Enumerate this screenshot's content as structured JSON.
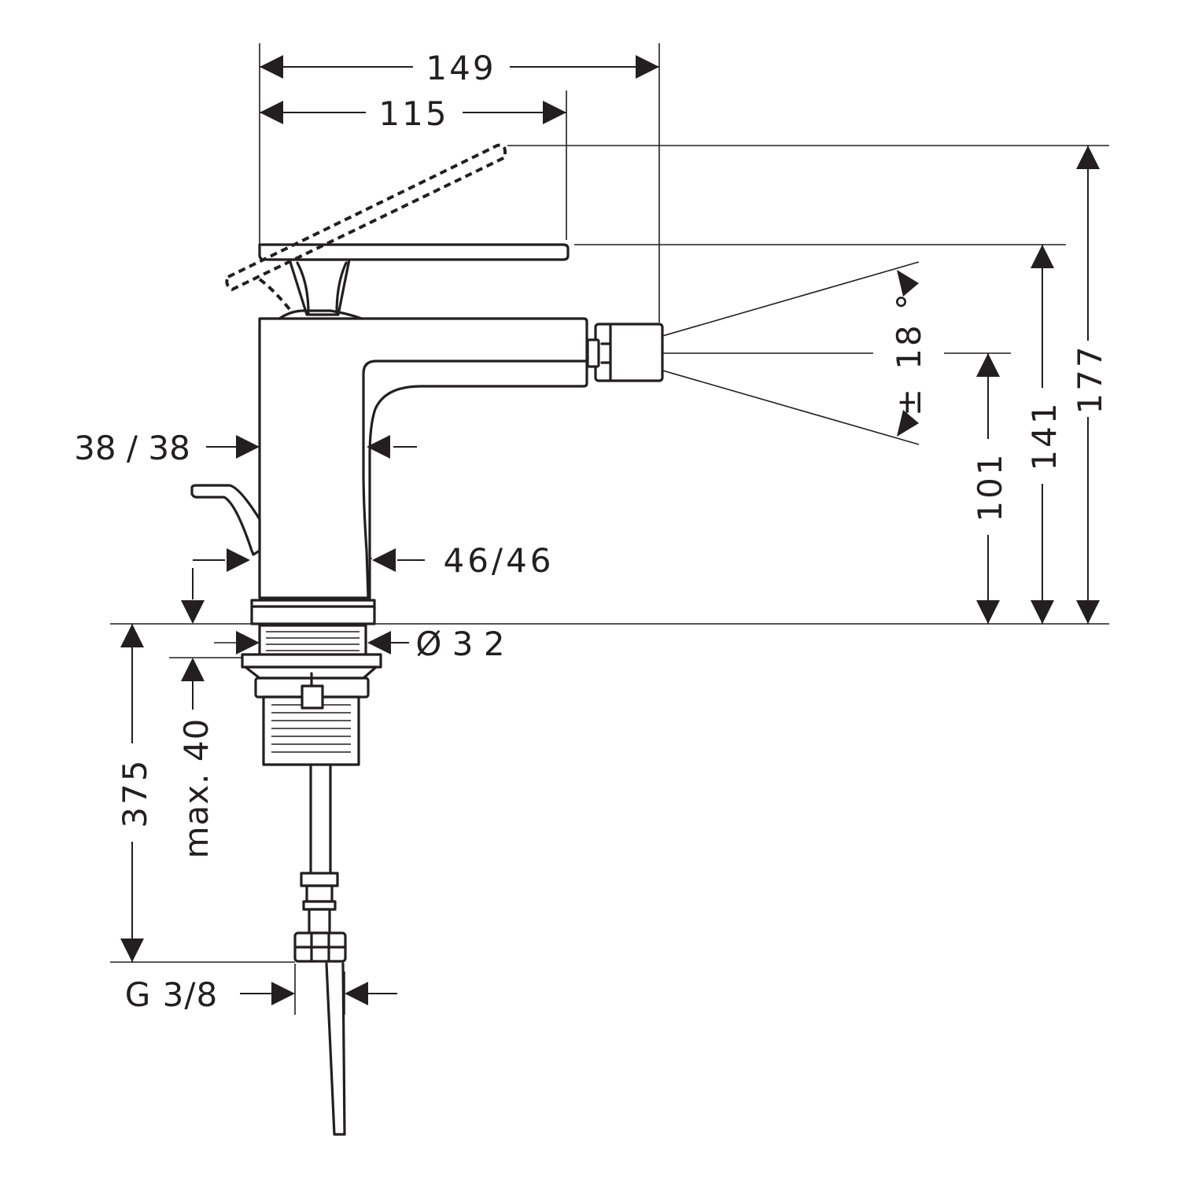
{
  "colors": {
    "line": "#231f20",
    "background": "#ffffff"
  },
  "dimensions": {
    "overall_width": "149",
    "lever_reach": "115",
    "height_lever_open": "177",
    "height_lever_closed": "141",
    "height_outlet": "101",
    "spray_angle_degrees": "18 °",
    "spray_angle_tolerance": "±",
    "body_width_upper": "38 / 38",
    "body_width_lower": "46/46",
    "hole_diameter": "Ø 3 2",
    "shank_length": "375",
    "max_deck_thickness": "max. 40",
    "connection_thread": "G 3/8"
  }
}
